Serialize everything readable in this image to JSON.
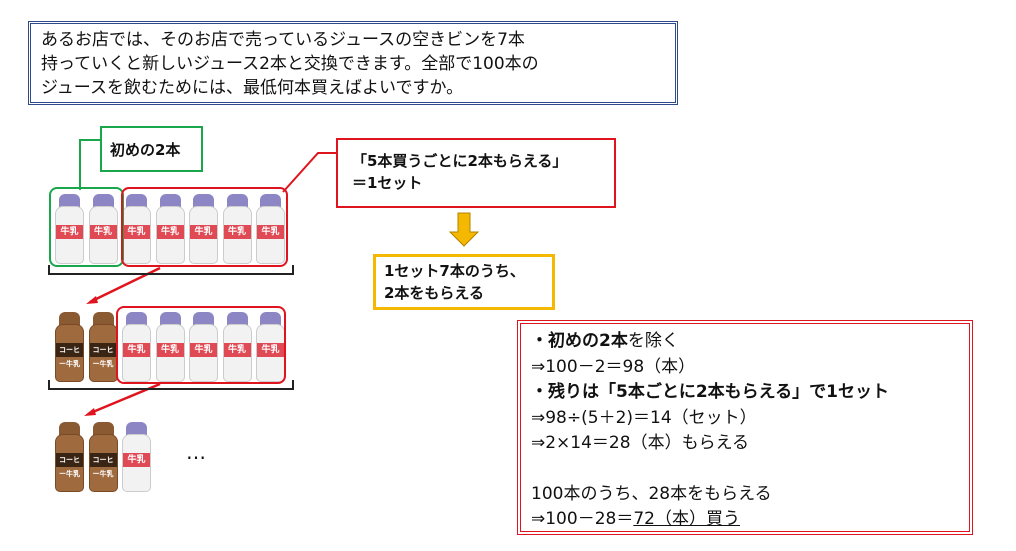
{
  "question": {
    "lines": [
      "あるお店では、そのお店で売っているジュースの空きビンを7本",
      "持っていくと新しいジュース2本と交換できます。全部で100本の",
      "ジュースを飲むためには、最低何本買えばよいですか。"
    ]
  },
  "callouts": {
    "first_two": "初めの2本",
    "set_line1": "「5本買うごとに2本もらえる」",
    "set_line2": "＝1セット",
    "result_line1": "1セット7本のうち、",
    "result_line2": "2本をもらえる"
  },
  "bottles": {
    "milk_label": "牛乳",
    "coffee_label": "コーヒー牛乳",
    "ellipsis": "…"
  },
  "solution": {
    "l1_bold": "・初めの2本",
    "l1_rest": "を除く",
    "l2": "⇒100－2＝98（本）",
    "l3": "・残りは「5本ごとに2本もらえる」で1セット",
    "l4": "⇒98÷(5＋2)＝14（セット）",
    "l5": "⇒2×14＝28（本）もらえる",
    "l6": "100本のうち、28本をもらえる",
    "l7_pre": "⇒100－28＝",
    "l7_answer": "72（本）買う"
  },
  "colors": {
    "green": "#1aa64a",
    "red": "#e0141e",
    "orange": "#f5b800",
    "navy": "#2f4a8a"
  }
}
